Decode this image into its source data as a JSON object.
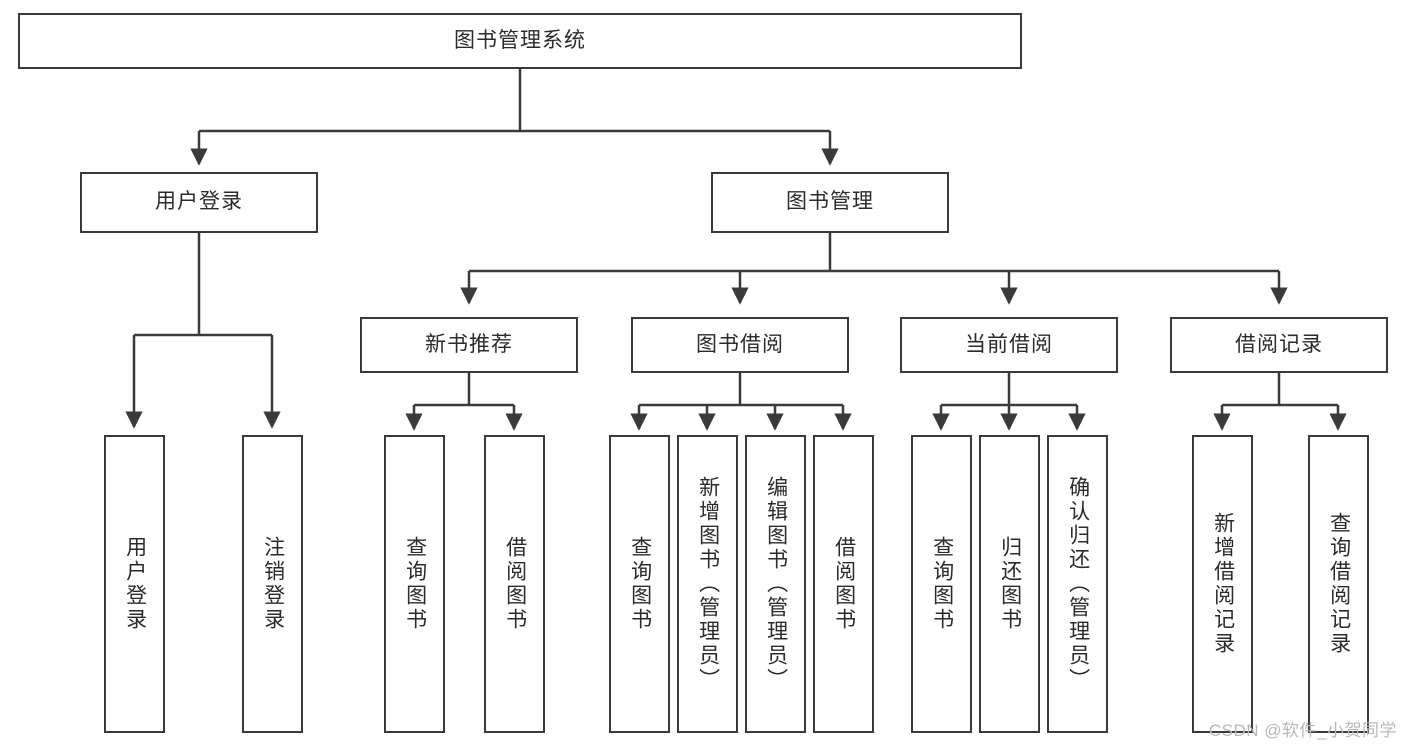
{
  "diagram": {
    "title": "图书管理系统",
    "type": "tree-hierarchy",
    "stroke_color": "#3a3a3a",
    "text_color": "#2b2b2b",
    "background_color": "#ffffff",
    "nodes": {
      "root": {
        "label": "图书管理系统"
      },
      "level2": [
        {
          "id": "user-login",
          "label": "用户登录"
        },
        {
          "id": "book-manage",
          "label": "图书管理"
        }
      ],
      "level3": [
        {
          "id": "new-book-rec",
          "label": "新书推荐"
        },
        {
          "id": "book-borrow",
          "label": "图书借阅"
        },
        {
          "id": "current-borrow",
          "label": "当前借阅"
        },
        {
          "id": "borrow-record",
          "label": "借阅记录"
        }
      ],
      "leaves": {
        "user_login": [
          {
            "id": "leaf-user-login",
            "label": "用户登录"
          },
          {
            "id": "leaf-user-logout",
            "label": "注销登录"
          }
        ],
        "new_book_rec": [
          {
            "id": "leaf-query-book-1",
            "label": "查询图书"
          },
          {
            "id": "leaf-borrow-book-1",
            "label": "借阅图书"
          }
        ],
        "book_borrow": [
          {
            "id": "leaf-query-book-2",
            "label": "查询图书"
          },
          {
            "id": "leaf-add-book",
            "label": "新增图书（管理员）"
          },
          {
            "id": "leaf-edit-book",
            "label": "编辑图书（管理员）"
          },
          {
            "id": "leaf-borrow-book-2",
            "label": "借阅图书"
          }
        ],
        "current_borrow": [
          {
            "id": "leaf-query-book-3",
            "label": "查询图书"
          },
          {
            "id": "leaf-return-book",
            "label": "归还图书"
          },
          {
            "id": "leaf-confirm-return",
            "label": "确认归还（管理员）"
          }
        ],
        "borrow_record": [
          {
            "id": "leaf-add-record",
            "label": "新增借阅记录"
          },
          {
            "id": "leaf-query-record",
            "label": "查询借阅记录"
          }
        ]
      }
    }
  },
  "watermark": {
    "text": "CSDN @软件_小贺同学"
  }
}
